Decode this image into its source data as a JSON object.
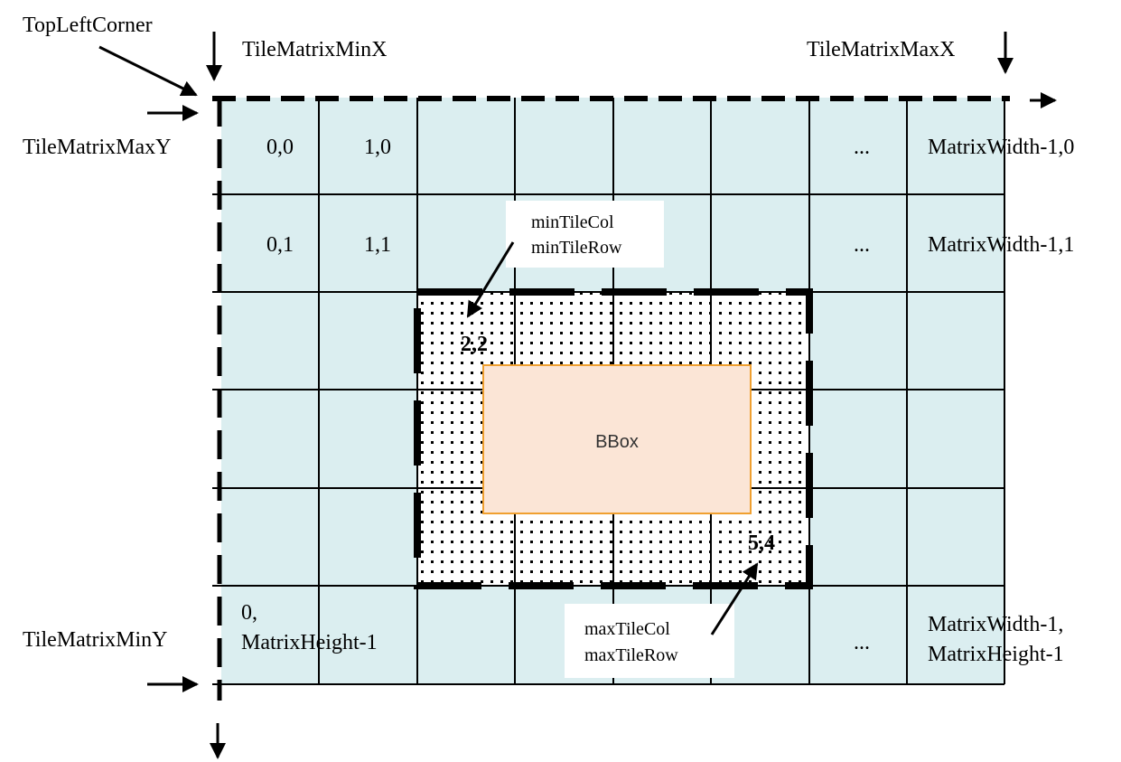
{
  "labels": {
    "top_left_corner": "TopLeftCorner",
    "min_x": "TileMatrixMinX",
    "max_x": "TileMatrixMaxX",
    "max_y": "TileMatrixMaxY",
    "min_y": "TileMatrixMinY"
  },
  "cells": {
    "r0": [
      "0,0",
      "1,0",
      "...",
      "MatrixWidth-1,0"
    ],
    "r1": [
      "0,1",
      "1,1",
      "...",
      "MatrixWidth-1,1"
    ],
    "last_first_a": "0,",
    "last_first_b": "MatrixHeight-1",
    "last_dots": "...",
    "last_last_a": "MatrixWidth-1,",
    "last_last_b": "MatrixHeight-1"
  },
  "min_tile": {
    "label": "2,2",
    "col_text": "minTileCol",
    "row_text": "minTileRow"
  },
  "max_tile": {
    "label": "5,4",
    "col_text": "maxTileCol",
    "row_text": "maxTileRow"
  },
  "bbox": {
    "label": "BBox"
  },
  "colors": {
    "tile_fill": "#dbeef0",
    "bbox_fill": "#fbe5d6",
    "bbox_stroke": "#f0a030"
  }
}
